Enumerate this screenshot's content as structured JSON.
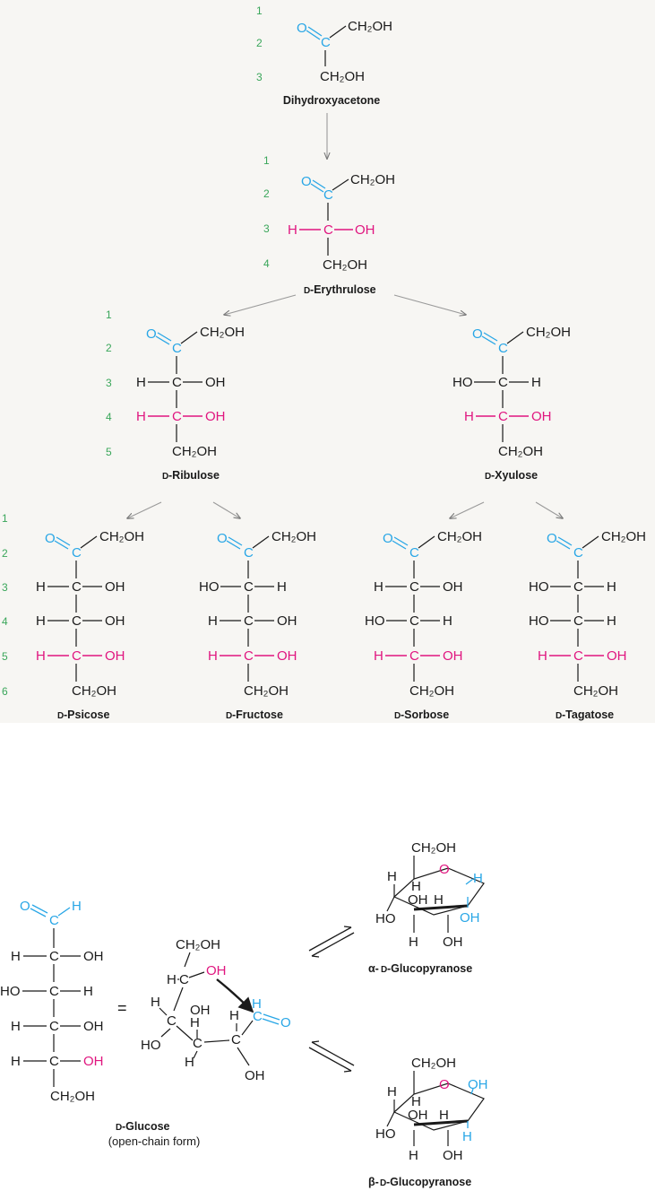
{
  "numbers": [
    "1",
    "2",
    "3",
    "4",
    "5",
    "6"
  ],
  "groups": {
    "ch2oh": "CH₂OH",
    "oh": "OH",
    "ho": "HO",
    "h": "H",
    "c": "C",
    "o": "O"
  },
  "dihydroxyacetone": {
    "name": "Dihydroxyacetone"
  },
  "erythrulose": {
    "prefix": "D",
    "name": "-Erythrulose"
  },
  "ribulose": {
    "prefix": "D",
    "name": "-Ribulose"
  },
  "xylulose": {
    "prefix": "D",
    "name": "-Xyulose"
  },
  "psicose": {
    "prefix": "D",
    "name": "-Psicose"
  },
  "fructose": {
    "prefix": "D",
    "name": "-Fructose"
  },
  "sorbose": {
    "prefix": "D",
    "name": "-Sorbose"
  },
  "tagatose": {
    "prefix": "D",
    "name": "-Tagatose"
  },
  "glucose": {
    "prefix": "D",
    "name": "-Glucose",
    "subtitle": "(open-chain form)",
    "equals": "="
  },
  "alpha": {
    "greek": "α-",
    "prefix": "D",
    "name": "-Glucopyranose"
  },
  "beta": {
    "greek": "β-",
    "prefix": "D",
    "name": "-Glucopyranose"
  },
  "colors": {
    "blue": "#28a6e6",
    "magenta": "#e0157f",
    "green": "#3aa65a",
    "panel": "#f7f6f3"
  }
}
